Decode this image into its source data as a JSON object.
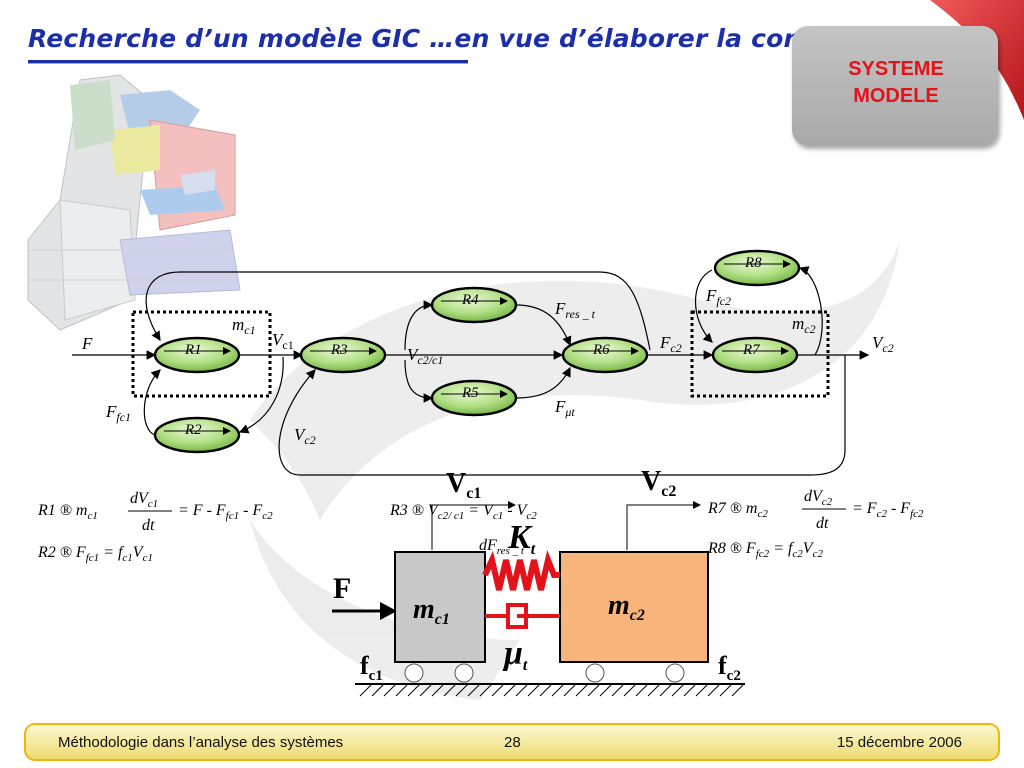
{
  "slide": {
    "title": "Recherche d’un modèle GIC  …en vue d’élaborer la commande",
    "badge_line1": "SYSTEME",
    "badge_line2": "MODELE"
  },
  "graph": {
    "nodes": [
      "R1",
      "R2",
      "R3",
      "R4",
      "R5",
      "R6",
      "R7",
      "R8"
    ],
    "labels": {
      "F": "F",
      "mc1": "m",
      "mc1_sub": "c1",
      "Vc1": "V",
      "Vc1_sub": "c1",
      "Ffc1": "F",
      "Ffc1_sub": "fc1",
      "Vc2_left": "V",
      "Vc2_left_sub": "c2",
      "Vc2c1": "V",
      "Vc2c1_sub": "c2/c1",
      "Fres": "F",
      "Fres_sub": "res _ t",
      "Fmu": "F",
      "Fmu_sub": "μt",
      "Fc2": "F",
      "Fc2_sub": "c2",
      "Ffc2": "F",
      "Ffc2_sub": "fc2",
      "mc2": "m",
      "mc2_sub": "c2",
      "Vc2_out": "V",
      "Vc2_out_sub": "c2"
    }
  },
  "equations": {
    "eq_r1_lhs": "R1 ® m",
    "eq_r1_lhs_sub": "c1",
    "eq_r1_num": "dV",
    "eq_r1_num_sub": "c1",
    "eq_r1_den": "dt",
    "eq_r1_rhs": "= F -  F",
    "eq_r1_rhs_sub": "fc1",
    "eq_r1_rhs2": "-  F",
    "eq_r1_rhs2_sub": "c2",
    "eq_r2": "R2 ®  F",
    "eq_r2_sub": "fc1",
    "eq_r2_mid": "=  f",
    "eq_r2_mid_sub": "c1",
    "eq_r2_v": "V",
    "eq_r2_v_sub": "c1",
    "eq_r3": "R3 ®  V",
    "eq_r3_sub": "c2/ c1",
    "eq_r3_mid": "=  V",
    "eq_r3_mid_sub": "c1",
    "eq_r3_end": "-  V",
    "eq_r3_end_sub": "c2",
    "eq_r7_lhs": "R7 ®  m",
    "eq_r7_lhs_sub": "c2",
    "eq_r7_num": "dV",
    "eq_r7_num_sub": "c2",
    "eq_r7_den": "dt",
    "eq_r7_rhs": "=  F",
    "eq_r7_rhs_sub": "c2",
    "eq_r7_rhs2": "-  F",
    "eq_r7_rhs2_sub": "fc2",
    "eq_r8": "R8 ®  F",
    "eq_r8_sub": "fc2",
    "eq_r8_mid": "=  f",
    "eq_r8_mid_sub": "c2",
    "eq_r8_v": "V",
    "eq_r8_v_sub": "c2",
    "eq_r4_frag": "dF",
    "eq_r4_frag_sub": "res _ t"
  },
  "physical": {
    "F": "F",
    "mc1": "m",
    "mc1_sub": "c1",
    "mc2": "m",
    "mc2_sub": "c2",
    "Kt": "K",
    "Kt_sub": "t",
    "mut": "μ",
    "mut_sub": "t",
    "fc1": "f",
    "fc1_sub": "c1",
    "fc2": "f",
    "fc2_sub": "c2",
    "Vc1": "V",
    "Vc1_sub": "c1",
    "Vc2": "V",
    "Vc2_sub": "c2"
  },
  "footer": {
    "left": "Méthodologie dans l’analyse des systèmes",
    "page": "28",
    "date": "15 décembre 2006"
  },
  "colors": {
    "title": "#1c2fa8",
    "badge_text": "#e3121b",
    "node_fill": "#9ed36a",
    "mass1": "#c8c8c8",
    "mass2": "#f7b57c",
    "spring": "#e3121b"
  }
}
